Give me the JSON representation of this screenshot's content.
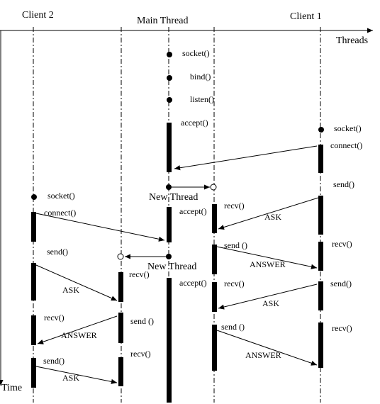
{
  "diagram": {
    "headers": {
      "client2": "Client 2",
      "main_thread": "Main Thread",
      "client1": "Client 1"
    },
    "axes": {
      "threads": "Threads",
      "time": "Time"
    },
    "main_thread_calls": {
      "socket": "socket()",
      "bind": "bind()",
      "listen": "listen()",
      "accept": "accept()"
    },
    "client1_calls": {
      "socket": "socket()",
      "connect": "connect()",
      "send": "send()",
      "recv_1": "recv()",
      "send_2": "send()",
      "recv_2": "recv()"
    },
    "client2_calls": {
      "socket": "socket()",
      "connect": "connect()",
      "send": "send()",
      "recv": "recv()",
      "send_2": "send()"
    },
    "new_thread_a": {
      "spawn": "New Thread",
      "accept": "accept()",
      "recv": "recv()",
      "send": "send ()",
      "accept_2": "accept()",
      "recv_2": "recv()",
      "send_2": "send ()"
    },
    "new_thread_b": {
      "spawn": "New Thread",
      "recv": "recv()",
      "send": "send ()",
      "recv_2": "recv()"
    },
    "messages": {
      "ask_1": "ASK",
      "answer_1": "ANSWER",
      "ask_2": "ASK",
      "answer_2": "ANSWER",
      "ask_3": "ASK",
      "answer_3": "ANSWER",
      "ask_4": "ASK"
    }
  }
}
